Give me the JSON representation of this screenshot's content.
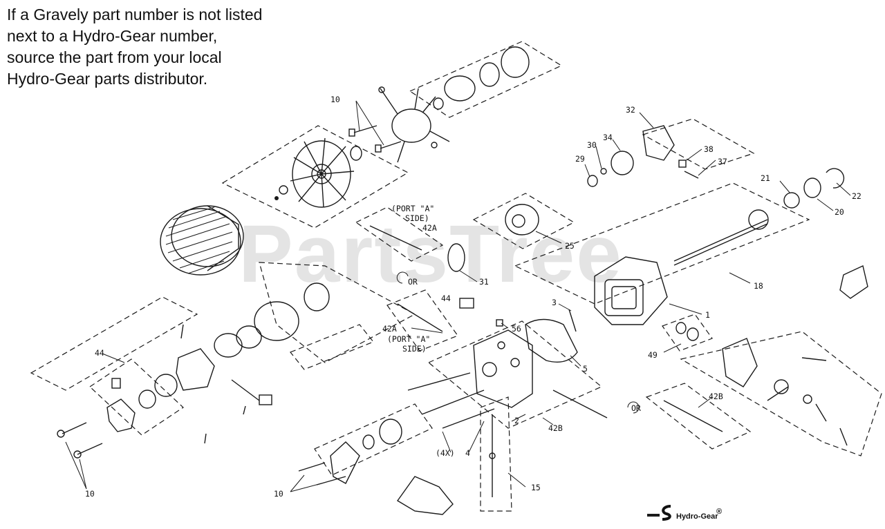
{
  "note": {
    "lines": [
      "If a Gravely part number is not listed",
      "next to a Hydro-Gear number,",
      "source the part from your local",
      "Hydro-Gear parts distributor."
    ]
  },
  "watermark": "PartsTree",
  "brand": {
    "logo_text": "Hydro-Gear",
    "registered_mark": "®"
  },
  "callouts": {
    "c10_top": "10",
    "c32": "32",
    "c34": "34",
    "c30": "30",
    "c29": "29",
    "c38": "38",
    "c37": "37",
    "c21": "21",
    "c22": "22",
    "c20": "20",
    "port_a_1": "(PORT \"A\"",
    "port_a_2": "SIDE)",
    "c42a_top": "42A",
    "c25": "25",
    "c31": "31",
    "or_top": "OR",
    "c18": "18",
    "c3": "3",
    "c1": "1",
    "c44_mid": "44",
    "c42a_mid": "42A",
    "port_a_3": "(PORT \"A\"",
    "port_a_4": "SIDE)",
    "c56": "56",
    "c5": "5",
    "c49": "49",
    "c44_left": "44",
    "c42b_right": "42B",
    "or_bottom": "OR",
    "c2": "2",
    "c42b_mid": "42B",
    "c4x": "(4X)",
    "c4": "4",
    "c15": "15",
    "c10_left": "10",
    "c10_bottom": "10"
  }
}
